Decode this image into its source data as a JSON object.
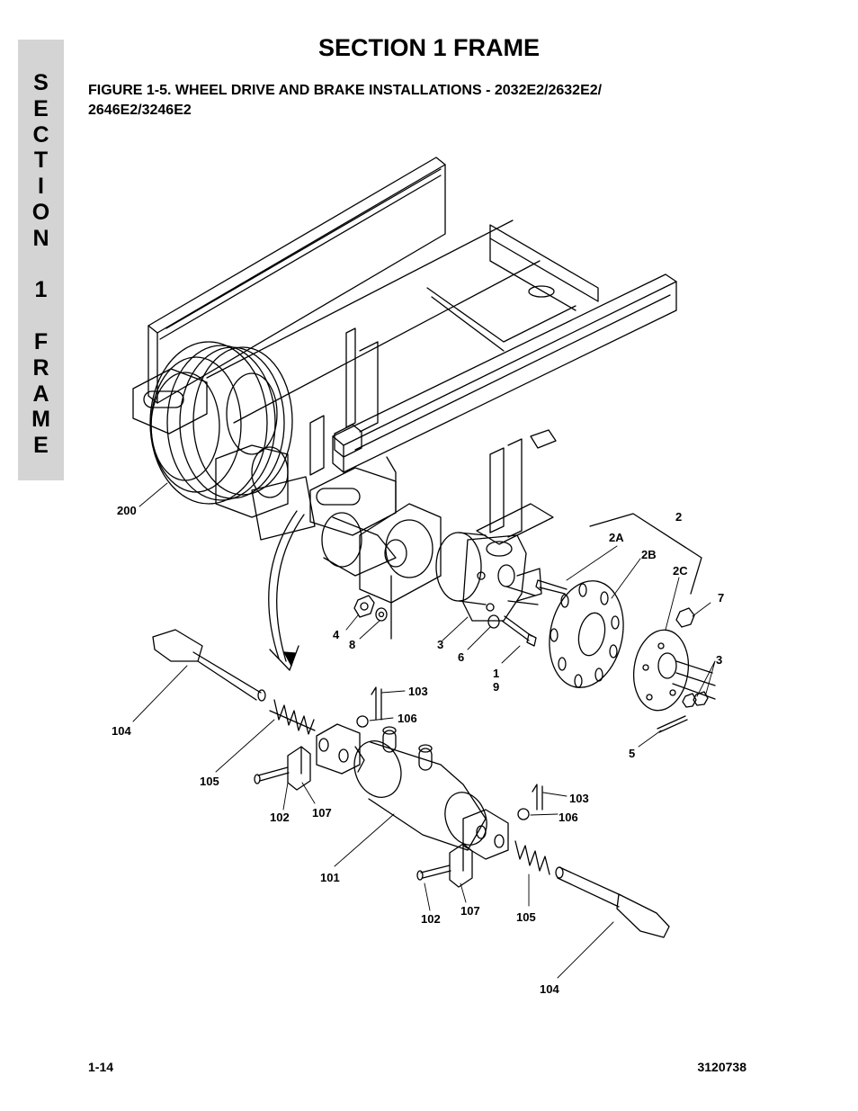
{
  "side_tab": {
    "letters": [
      "S",
      "E",
      "C",
      "T",
      "I",
      "O",
      "N",
      "",
      "1",
      "",
      "F",
      "R",
      "A",
      "M",
      "E"
    ]
  },
  "header": {
    "section_title": "SECTION 1  FRAME",
    "figure_title_line1": "FIGURE 1-5.    WHEEL DRIVE AND BRAKE INSTALLATIONS - 2032E2/2632E2/",
    "figure_title_line2": "2646E2/3246E2"
  },
  "callouts": {
    "c200": "200",
    "c2": "2",
    "c2a": "2A",
    "c2b": "2B",
    "c2c": "2C",
    "c7": "7",
    "c4": "4",
    "c8": "8",
    "c3a": "3",
    "c6": "6",
    "c1": "1",
    "c9": "9",
    "c3b": "3",
    "c103a": "103",
    "c106a": "106",
    "c104a": "104",
    "c105a": "105",
    "c102a": "102",
    "c107a": "107",
    "c5": "5",
    "c103b": "103",
    "c106b": "106",
    "c101": "101",
    "c102b": "102",
    "c107b": "107",
    "c105b": "105",
    "c104b": "104"
  },
  "footer": {
    "page_number": "1-14",
    "doc_number": "3120738"
  }
}
